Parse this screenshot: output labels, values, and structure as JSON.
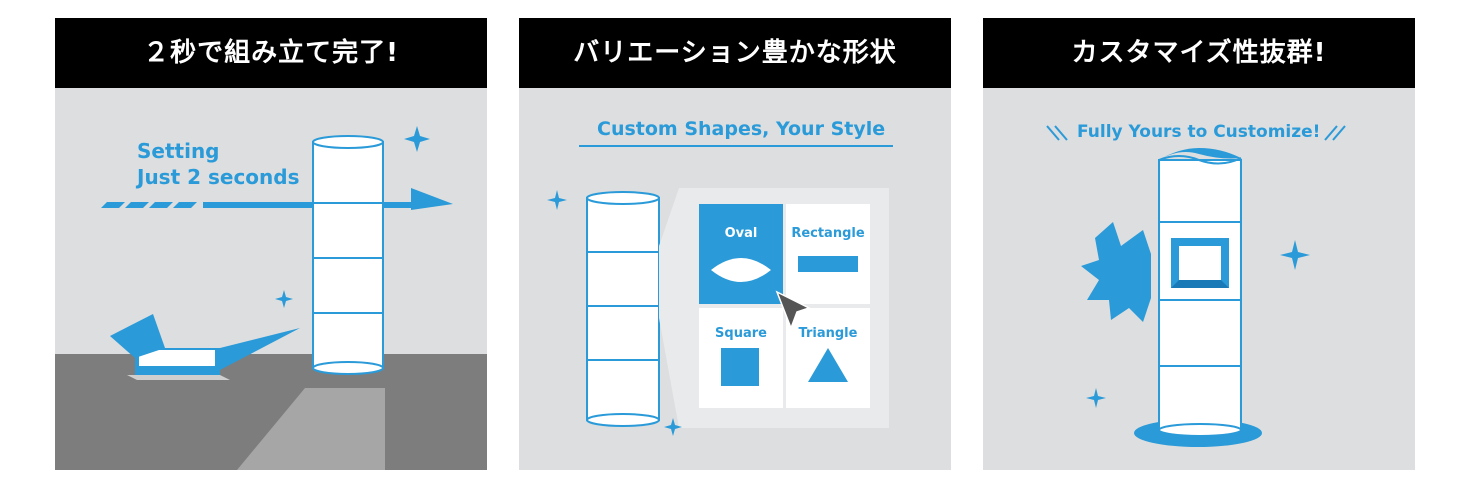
{
  "panels": [
    {
      "title": "２秒で組み立て完了!",
      "caption_line1": "Setting",
      "caption_line2": "Just 2 seconds"
    },
    {
      "title": "バリエーション豊かな形状",
      "subtitle": "Custom Shapes, Your Style",
      "shapes": [
        "Oval",
        "Rectangle",
        "Square",
        "Triangle"
      ]
    },
    {
      "title": "カスタマイズ性抜群!",
      "subtitle": "Fully Yours to Customize!"
    }
  ],
  "colors": {
    "accent": "#2a9ad8",
    "panel_bg": "#dcdedf",
    "header_bg": "#000000",
    "floor": "#7d7d7d"
  }
}
